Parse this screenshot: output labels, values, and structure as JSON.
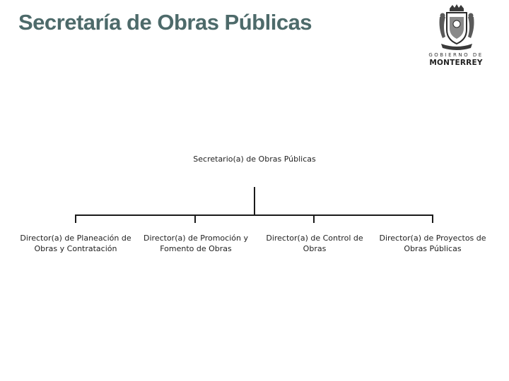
{
  "header": {
    "title": "Secretaría de Obras Públicas"
  },
  "logo": {
    "icon": "monterrey-coat-of-arms-icon",
    "top_text": "GOBIERNO DE",
    "main_text": "MONTERREY"
  },
  "org_chart": {
    "root": {
      "label": "Secretario(a) de Obras Públicas"
    },
    "children": [
      {
        "line1": "Director(a) de Planeación  de",
        "line2": "Obras y Contratación"
      },
      {
        "line1": "Director(a) de Promoción y",
        "line2": "Fomento de Obras"
      },
      {
        "line1": "Director(a) de Control de",
        "line2": "Obras"
      },
      {
        "line1": "Director(a) de Proyectos de",
        "line2": "Obras Públicas"
      }
    ]
  }
}
